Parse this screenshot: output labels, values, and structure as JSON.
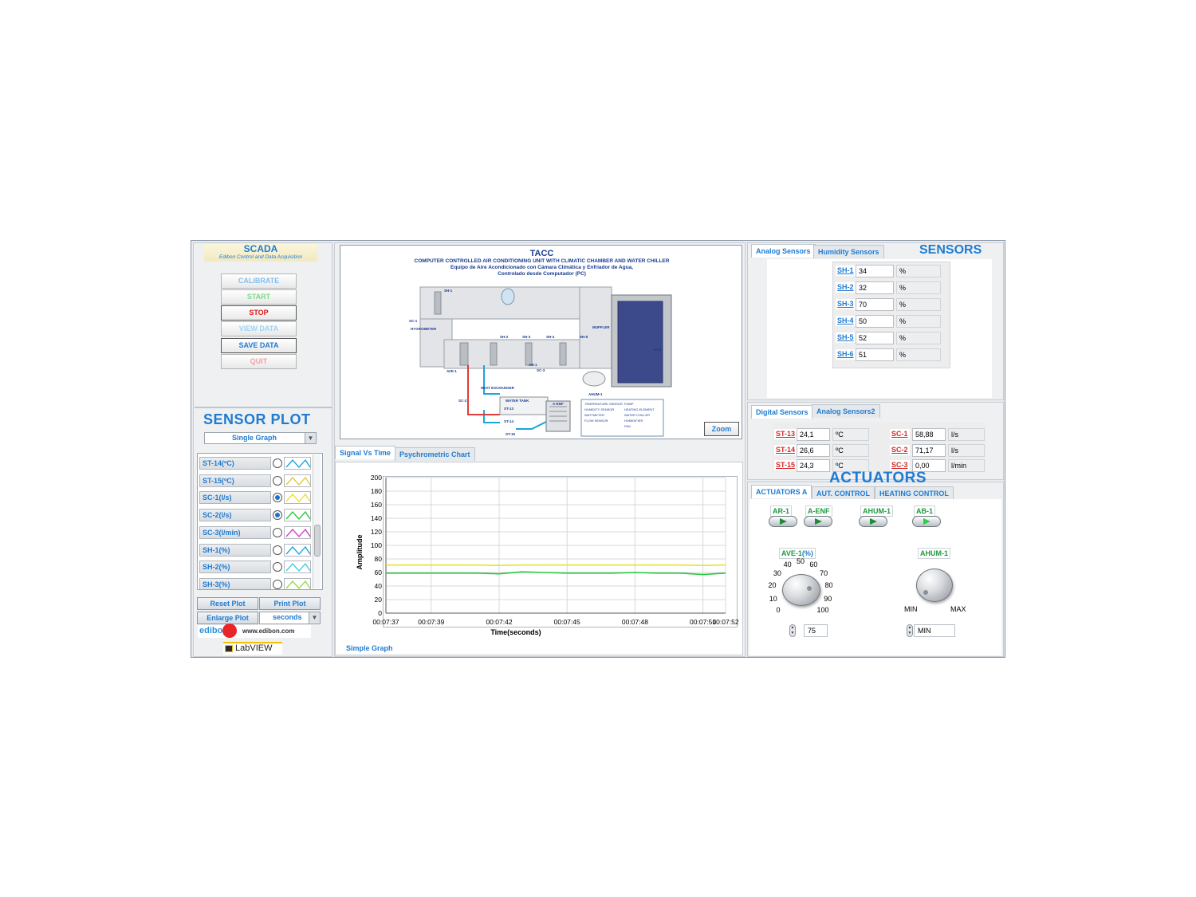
{
  "scada": {
    "title": "SCADA",
    "subtitle": "Edibon Control and Data Acquisition"
  },
  "controls": [
    {
      "label": "CALIBRATE",
      "color": "#7fbff0"
    },
    {
      "label": "START",
      "color": "#7fd88a"
    },
    {
      "label": "STOP",
      "color": "#e01414"
    },
    {
      "label": "VIEW DATA",
      "color": "#9fd3f5"
    },
    {
      "label": "SAVE DATA",
      "color": "#1f7bd1"
    },
    {
      "label": "QUIT",
      "color": "#f0a0a0"
    }
  ],
  "sensor_plot": {
    "title": "SENSOR PLOT",
    "mode": "Single Graph",
    "items": [
      {
        "label": "ST-14(ºC)",
        "checked": false,
        "color": "#1aa6d9"
      },
      {
        "label": "ST-15(ºC)",
        "checked": false,
        "color": "#e0c83c"
      },
      {
        "label": "SC-1(l/s)",
        "checked": true,
        "color": "#e8e030"
      },
      {
        "label": "SC-2(l/s)",
        "checked": true,
        "color": "#28c83c"
      },
      {
        "label": "SC-3(l/min)",
        "checked": false,
        "color": "#d040c8"
      },
      {
        "label": "SH-1(%)",
        "checked": false,
        "color": "#1aa6d9"
      },
      {
        "label": "SH-2(%)",
        "checked": false,
        "color": "#40d0e0"
      },
      {
        "label": "SH-3(%)",
        "checked": false,
        "color": "#90e040"
      }
    ],
    "reset_plot": "Reset Plot",
    "print_plot": "Print Plot",
    "enlarge_plot": "Enlarge Plot",
    "time_unit": "seconds"
  },
  "branding": {
    "edibon": "edibon",
    "url": "www.edibon.com",
    "labview": "LabVIEW"
  },
  "diagram": {
    "title": "TACC",
    "subtitle1": "COMPUTER CONTROLLED AIR CONDITIONING UNIT WITH CLIMATIC CHAMBER AND WATER CHILLER",
    "subtitle2": "Equipo de Aire Acondicionado con Cámara Climática y Enfriador de Agua,",
    "subtitle3": "Controlado desde Computador (PC)",
    "zoom": "Zoom",
    "labels": [
      "SH-1",
      "SC-1",
      "SH-2",
      "SH-3",
      "SH-4",
      "SH-5",
      "SH-6",
      "AVE-1",
      "AB-1",
      "SC-2",
      "SC-3",
      "AHUM-1",
      "A-ENF",
      "ST-13",
      "ST-14",
      "ST-15",
      "MUFFLER",
      "HYGROMETER",
      "HEAT EXCHANGER",
      "WATER TANK"
    ]
  },
  "graph": {
    "tabs": [
      "Signal Vs Time",
      "Psychrometric Chart"
    ],
    "footer_label": "Simple Graph"
  },
  "chart_data": {
    "type": "line",
    "xlabel": "Time(seconds)",
    "ylabel": "Amplitude",
    "ylim": [
      0,
      200
    ],
    "yticks": [
      0,
      20,
      40,
      60,
      80,
      100,
      120,
      140,
      160,
      180,
      200
    ],
    "xticks": [
      "00:07:37",
      "00:07:39",
      "00:07:42",
      "00:07:45",
      "00:07:48",
      "00:07:51",
      "00:07:52"
    ],
    "x": [
      "00:07:37",
      "00:07:38",
      "00:07:39",
      "00:07:40",
      "00:07:41",
      "00:07:42",
      "00:07:43",
      "00:07:44",
      "00:07:45",
      "00:07:46",
      "00:07:47",
      "00:07:48",
      "00:07:49",
      "00:07:50",
      "00:07:51",
      "00:07:52"
    ],
    "series": [
      {
        "name": "SC-1(l/s)",
        "color": "#e8e030",
        "values": [
          71,
          71,
          71,
          71,
          71,
          70.5,
          71,
          71,
          71,
          71,
          71,
          71,
          71,
          71,
          70.5,
          71
        ]
      },
      {
        "name": "SC-2(l/s)",
        "color": "#28c83c",
        "values": [
          59,
          59,
          59,
          59,
          59,
          58,
          61,
          60,
          59,
          59,
          59,
          60,
          59,
          59,
          57,
          59
        ]
      }
    ],
    "grid": true
  },
  "sensors": {
    "title": "SENSORS",
    "tabs_top": [
      "Analog Sensors",
      "Humidity Sensors"
    ],
    "humidity": [
      {
        "name": "SH-1",
        "value": "34",
        "unit": "%"
      },
      {
        "name": "SH-2",
        "value": "32",
        "unit": "%"
      },
      {
        "name": "SH-3",
        "value": "70",
        "unit": "%"
      },
      {
        "name": "SH-4",
        "value": "50",
        "unit": "%"
      },
      {
        "name": "SH-5",
        "value": "52",
        "unit": "%"
      },
      {
        "name": "SH-6",
        "value": "51",
        "unit": "%"
      }
    ],
    "tabs_bottom": [
      "Digital Sensors",
      "Analog Sensors2"
    ],
    "temps": [
      {
        "name": "ST-13",
        "value": "24,1",
        "unit": "ºC"
      },
      {
        "name": "ST-14",
        "value": "26,6",
        "unit": "ºC"
      },
      {
        "name": "ST-15",
        "value": "24,3",
        "unit": "ºC"
      }
    ],
    "flows": [
      {
        "name": "SC-1",
        "value": "58,88",
        "unit": "l/s"
      },
      {
        "name": "SC-2",
        "value": "71,17",
        "unit": "l/s"
      },
      {
        "name": "SC-3",
        "value": "0,00",
        "unit": "l/min"
      }
    ]
  },
  "actuators": {
    "title": "ACTUATORS",
    "tabs": [
      "ACTUATORS A",
      "AUT. CONTROL",
      "HEATING CONTROL"
    ],
    "buttons": [
      {
        "label": "AR-1",
        "on": false
      },
      {
        "label": "A-ENF",
        "on": false
      },
      {
        "label": "AHUM-1",
        "on": false
      },
      {
        "label": "AB-1",
        "on": true
      }
    ],
    "ave_label": "AVE-1",
    "ave_unit": "(%)",
    "ave_scale": [
      "0",
      "10",
      "20",
      "30",
      "40",
      "50",
      "60",
      "70",
      "80",
      "90",
      "100"
    ],
    "ave_value": "75",
    "ahum_label": "AHUM-1",
    "ahum_min": "MIN",
    "ahum_max": "MAX",
    "ahum_value": "MIN"
  }
}
